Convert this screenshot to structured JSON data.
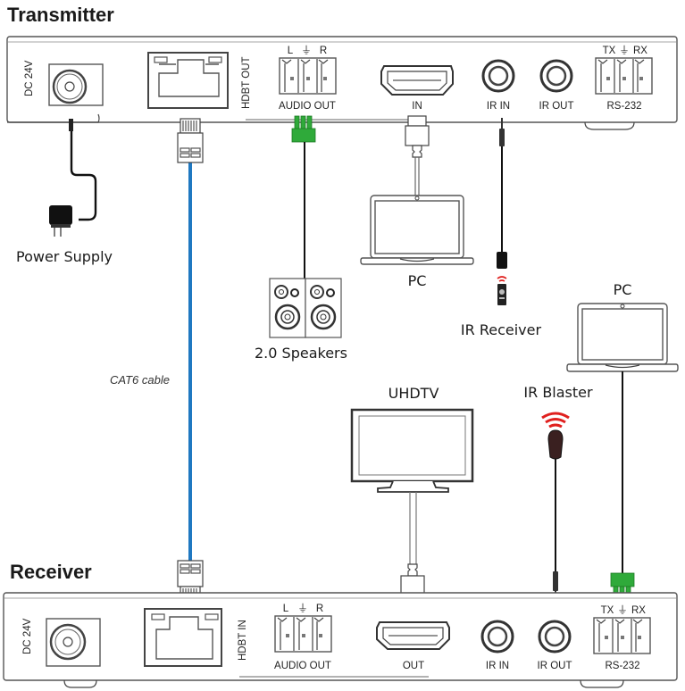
{
  "transmitter": {
    "title": "Transmitter",
    "ports": {
      "dc": "DC 24V",
      "hdbt": "HDBT OUT",
      "audio_pins": [
        "L",
        "⏚",
        "R"
      ],
      "audio": "AUDIO OUT",
      "hdmi": "IN",
      "ir_in": "IR IN",
      "ir_out": "IR OUT",
      "rs232_pins": [
        "TX",
        "⏚",
        "RX"
      ],
      "rs232": "RS-232"
    }
  },
  "receiver": {
    "title": "Receiver",
    "ports": {
      "dc": "DC 24V",
      "hdbt": "HDBT IN",
      "audio_pins": [
        "L",
        "⏚",
        "R"
      ],
      "audio": "AUDIO OUT",
      "hdmi": "OUT",
      "ir_in": "IR IN",
      "ir_out": "IR OUT",
      "rs232_pins": [
        "TX",
        "⏚",
        "RX"
      ],
      "rs232": "RS-232"
    }
  },
  "devices": {
    "power_supply": "Power Supply",
    "pc_source": "PC",
    "speakers": "2.0 Speakers",
    "ir_receiver": "IR Receiver",
    "pc_control": "PC",
    "uhdtv": "UHDTV",
    "ir_blaster": "IR Blaster",
    "cable": "CAT6 cable"
  },
  "colors": {
    "cat6": "#1f78c1",
    "terminal_green": "#2faa3a",
    "ir_red": "#e0201e",
    "cable_black": "#111111"
  }
}
